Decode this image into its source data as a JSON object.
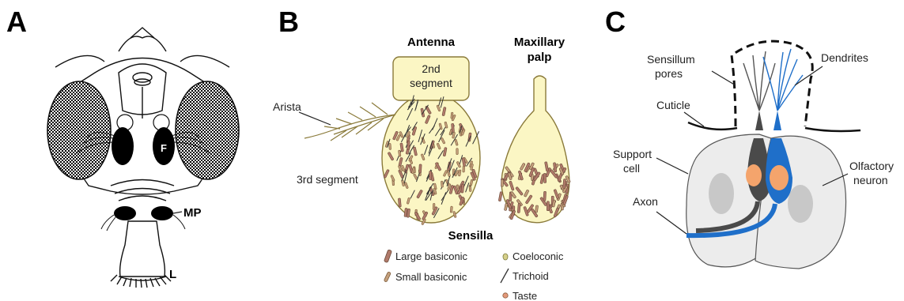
{
  "panels": {
    "a": {
      "letter": "A",
      "labels": {
        "f": "F",
        "mp": "MP",
        "l": "L"
      }
    },
    "b": {
      "letter": "B",
      "labels": {
        "antenna": "Antenna",
        "maxillary_palp_line1": "Maxillary",
        "maxillary_palp_line2": "palp",
        "second_segment_line1": "2nd",
        "second_segment_line2": "segment",
        "arista": "Arista",
        "third_segment": "3rd segment"
      },
      "legend": {
        "title": "Sensilla",
        "items": [
          {
            "label": "Large basiconic",
            "color": "#b07a6a"
          },
          {
            "label": "Small basiconic",
            "color": "#c4a07c"
          },
          {
            "label": "Coeloconic",
            "color": "#d6d08a"
          },
          {
            "label": "Trichoid",
            "color": "#333333"
          },
          {
            "label": "Taste",
            "color": "#e3997a"
          }
        ]
      },
      "colors": {
        "segment_fill": "#fbf6c4",
        "outline": "#8a7a3a"
      }
    },
    "c": {
      "letter": "C",
      "labels": {
        "sensillum_pores_line1": "Sensillum",
        "sensillum_pores_line2": "pores",
        "dendrites": "Dendrites",
        "cuticle": "Cuticle",
        "support_cell_line1": "Support",
        "support_cell_line2": "cell",
        "olfactory_neuron_line1": "Olfactory",
        "olfactory_neuron_line2": "neuron",
        "axon": "Axon"
      },
      "colors": {
        "neuron_blue": "#1f6fc9",
        "neuron_dark": "#4a4a4a",
        "nucleus": "#f4a46c",
        "cell_fill": "#ececec",
        "support_nucleus": "#c8c8c8"
      }
    }
  }
}
